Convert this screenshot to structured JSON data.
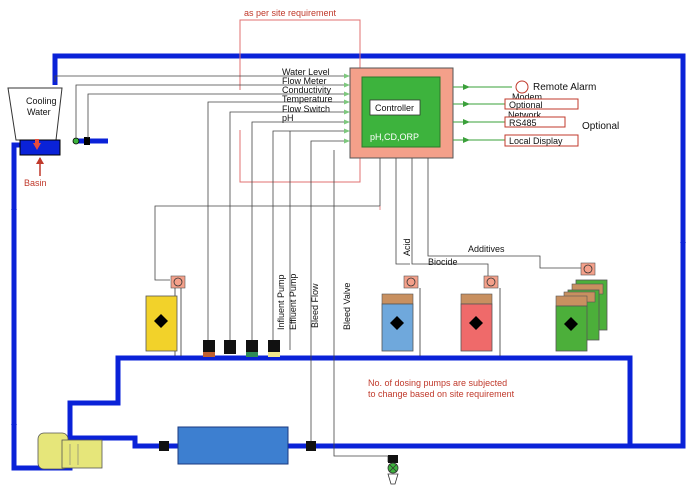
{
  "labels": {
    "site_requirement": "as per site requirement",
    "cooling_tower_line1": "Cooling",
    "cooling_tower_line2": "Water",
    "basin": "Basin",
    "controller": "Controller",
    "sensor_readout": "pH,CD,ORP",
    "remote_alarm": "Remote Alarm",
    "modem": "Modem",
    "modem_box": "Optional",
    "network": "Network",
    "network_box": "RS485",
    "network_optional": "Optional",
    "local_display": "Local Display",
    "additives": "Additives",
    "biocide": "Biocide",
    "acid": "Acid",
    "influent_pump": "Influent Pump",
    "effluent_pump": "Effluent Pump",
    "bleed_flow": "Bleed Flow",
    "bleed_valve": "Bleed Valve",
    "note_line1": "No. of dosing pumps are subjected",
    "note_line2": "to change based on site requirement"
  },
  "inputs": [
    "Water Level",
    "Flow Meter",
    "Conductivity",
    "Temperature",
    "Flow Switch",
    "pH"
  ],
  "colors": {
    "pipe": "#0a22d8",
    "controller_outer": "#f4a08a",
    "controller_inner": "#3db33d",
    "red_line": "#e07070",
    "tank_yellow": "#f2d22a",
    "tank_blue": "#6fa8dc",
    "tank_red": "#ef6a6a",
    "tank_green": "#4caf3a",
    "tank_cap": "#c89060",
    "pump_body": "#e6e67a",
    "filter_blue": "#3d7fd0"
  }
}
